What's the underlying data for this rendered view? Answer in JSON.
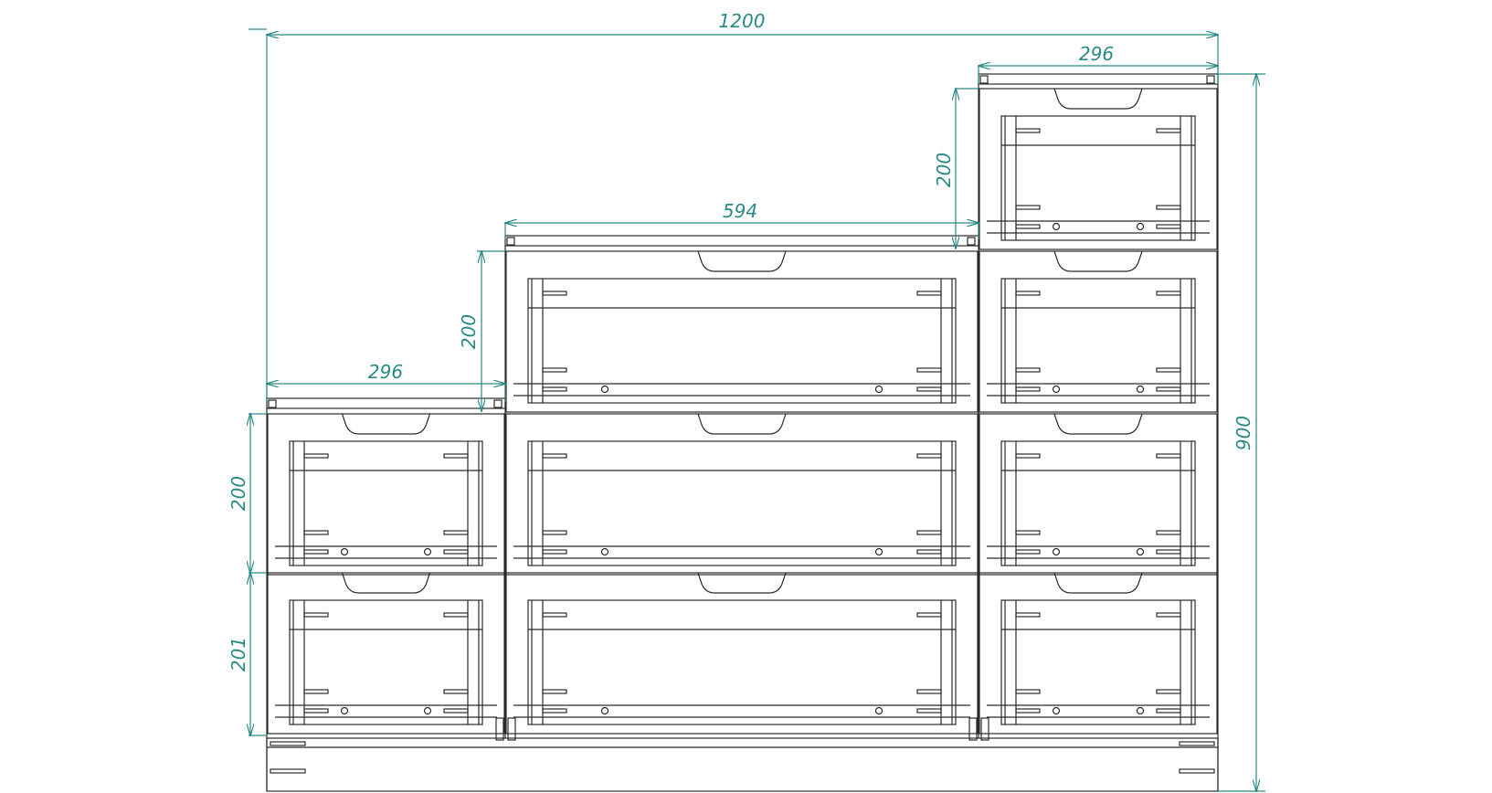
{
  "colors": {
    "line": "#2b2b2b",
    "dimension": "#2a8a84",
    "background": "#ffffff"
  },
  "dimensions": {
    "overall_width": "1200",
    "overall_height": "900",
    "left_width": "296",
    "middle_width": "594",
    "right_width": "296",
    "left_step_height": "200",
    "right_step_height": "200",
    "left_drawer_height_upper": "200",
    "left_drawer_height_lower": "201"
  }
}
